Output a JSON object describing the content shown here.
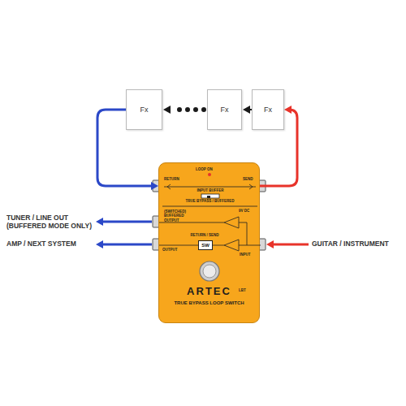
{
  "diagram": {
    "nodes": [
      {
        "text": [
          "Fx"
        ]
      },
      {
        "text": [
          "Fx"
        ]
      },
      {
        "text": [
          "Fx"
        ]
      },
      {
        "text": [
          "ARTEC",
          "TRUE BYPASS LOOP SWITCH"
        ]
      },
      {
        "text": [
          "SW"
        ],
        "in": 3
      }
    ],
    "edges": [
      {
        "from": 3,
        "to": 2,
        "arrow": "to"
      },
      {
        "from": 2,
        "to": 1,
        "arrow": "to"
      },
      {
        "from": 1,
        "to": 0,
        "arrow": "to"
      },
      {
        "from": 0,
        "to": 3,
        "arrow": "to"
      }
    ],
    "labels": [
      "TUNER / LINE OUT (BUFFERED MODE ONLY)",
      "AMP / NEXT SYSTEM",
      "GUITAR / INSTRUMENT",
      "RETURN",
      "LOOP ON",
      "SEND",
      "INPUT BUFFER",
      "TRUE BYPASS / BUFFERED",
      "(SWITCHED) BUFFERED OUTPUT",
      "9V DC",
      "RETURN / SEND",
      "OUTPUT",
      "INPUT",
      "LBT"
    ]
  }
}
